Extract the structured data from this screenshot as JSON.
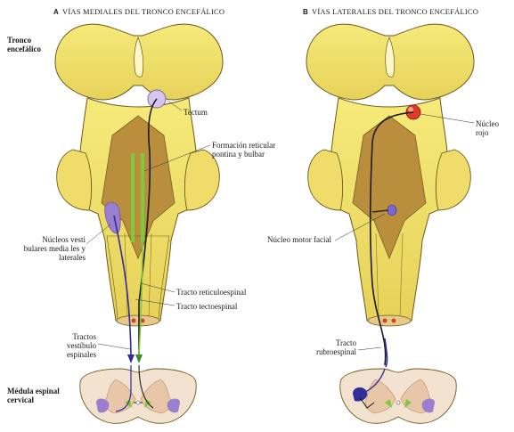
{
  "panel_a": {
    "letter": "A",
    "title": "VÍAS MEDIALES DEL TRONCO ENCEFÁLICO",
    "labels": {
      "tronco": "Tronco encefálico",
      "tectum": "Tectum",
      "formacion": "Formación reticular pontina y bulbar",
      "nucleos": "Núcleos vesti bulares media les y laterales",
      "reticulo": "Tracto reticuloespinal",
      "tecto": "Tracto tectoespinal",
      "vestibulo": "Tractos vestíbulo espinales",
      "medula": "Médula espinal cervical"
    }
  },
  "panel_b": {
    "letter": "B",
    "title": "VÍAS LATERALES DEL TRONCO ENCEFÁLICO",
    "labels": {
      "rojo": "Núcleo rojo",
      "motor": "Núcleo motor facial",
      "rubro": "Tracto rubroespinal"
    }
  },
  "colors": {
    "brainstem": "#f2e46a",
    "brainstem_shade": "#c9a83c",
    "core": "#b78a3a",
    "outline": "#6d5a1e",
    "tract": "#1b1b1b",
    "purple": "#9a7fd0",
    "green": "#7fc93f",
    "red": "#e03a2a",
    "blue": "#2f2e9a",
    "spinal": "#f3e2cf",
    "grey_matter": "#e7c7a8"
  }
}
